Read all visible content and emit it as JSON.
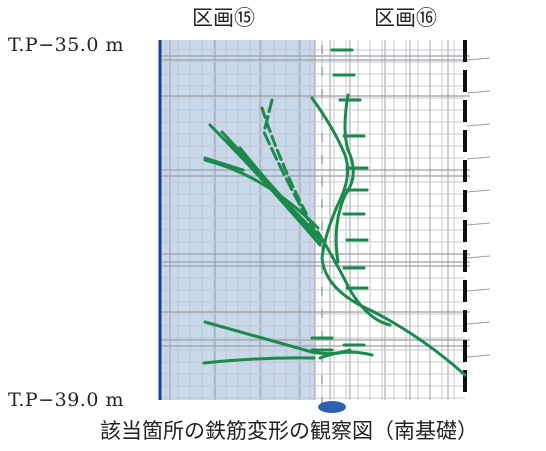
{
  "labels": {
    "elevation_top": "T.P−35.0 m",
    "elevation_bottom": "T.P−39.0 m",
    "section_left": "区画⑮",
    "section_right": "区画⑯",
    "caption": "該当箇所の鉄筋変形の観察図（南基礎）"
  },
  "colors": {
    "shaded_region": "#c9d9ec",
    "grid_line": "#9aa0a6",
    "grid_line_light": "#c4c8cc",
    "rebar_deformed": "#1b8a4c",
    "boundary_left": "#1f3d8c",
    "boundary_right": "#111111",
    "scour_mark": "#2e5fb0"
  },
  "icons": {
    "scour_mark": "ellipse-mark"
  }
}
